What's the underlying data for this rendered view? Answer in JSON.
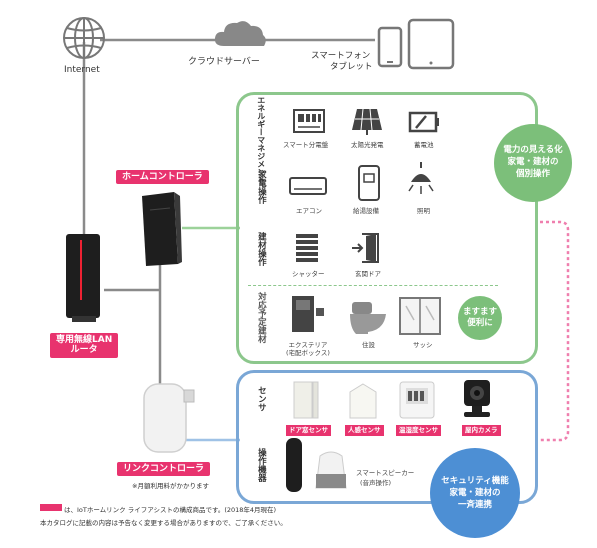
{
  "network": {
    "internet": "Internet",
    "cloud_server": "クラウドサーバー",
    "smartphone_line1": "スマートフォン",
    "smartphone_line2": "タブレット"
  },
  "devices": {
    "home_controller": "ホームコントローラ",
    "router_line1": "専用無線LAN",
    "router_line2": "ルータ",
    "link_controller": "リンクコントローラ",
    "paid_note": "※月額利用料がかかります"
  },
  "energy": {
    "title": "エネルギーマネジメント",
    "items": [
      "スマート分電盤",
      "太陽光発電",
      "蓄電池"
    ]
  },
  "appliance": {
    "title": "家電操作",
    "items": [
      "エアコン",
      "給湯設備",
      "照明"
    ]
  },
  "building": {
    "title": "建材操作",
    "items": [
      "シャッター",
      "玄関ドア"
    ]
  },
  "planned": {
    "title": "対応予定建材",
    "items": [
      "エクステリア\n(宅配ボックス)",
      "住設",
      "サッシ"
    ]
  },
  "sensor": {
    "title": "センサ",
    "items": [
      "ドア窓センサ",
      "人感センサ",
      "温湿度センサ",
      "屋内カメラ"
    ]
  },
  "operation": {
    "title": "操作機器",
    "speaker_line1": "スマートスピーカー",
    "speaker_line2": "(音声操作)"
  },
  "circles": {
    "green_line1": "電力の見える化",
    "green_line2": "家電・建材の",
    "green_line3": "個別操作",
    "small_line1": "ますます",
    "small_line2": "便利に",
    "blue_line1": "セキュリティ機能",
    "blue_line2": "家電・建材の",
    "blue_line3": "一斉連携"
  },
  "footer": {
    "legend_text": "は、IoTホームリンク ライフアシストの構成商品です。(2018年4月現在)",
    "disclaimer": "本カタログに記載の内容は予告なく変更する場合がありますので、ご了承ください。"
  },
  "colors": {
    "pink": "#e8336e",
    "green": "#8cc78c",
    "green_fill": "#7cbf7a",
    "blue": "#7aa7d6",
    "blue_fill": "#4d8fd4",
    "line_gray": "#8a8a8a"
  }
}
